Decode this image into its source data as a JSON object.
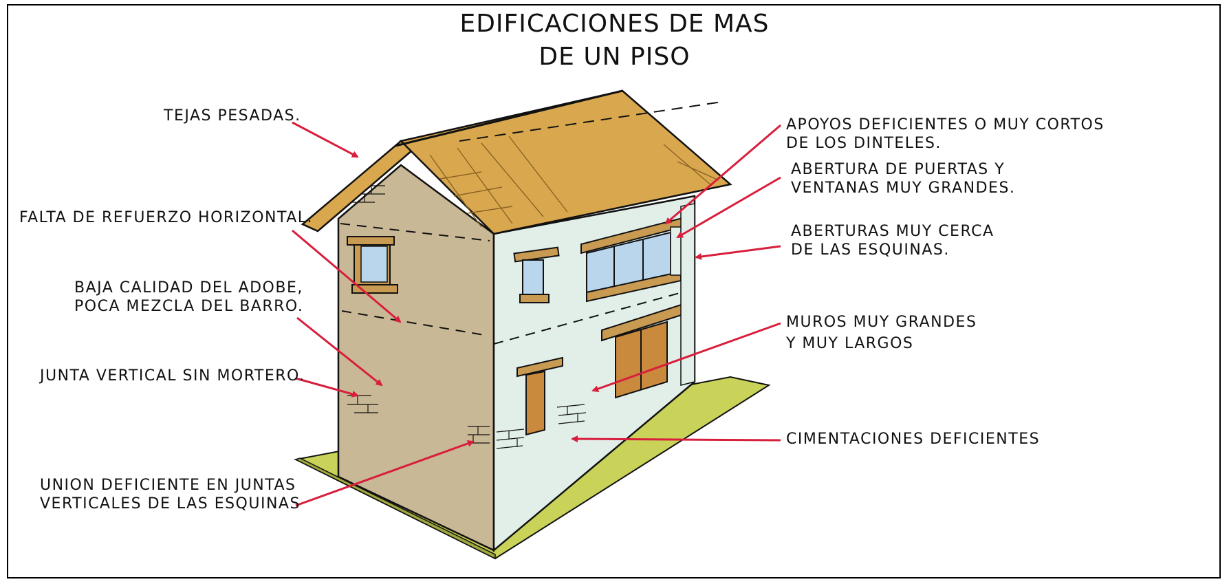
{
  "title": {
    "line1": "EDIFICACIONES DE MAS",
    "line2": "DE UN PISO"
  },
  "labels": {
    "tejas": "TEJAS PESADAS.",
    "refuerzo": "FALTA DE REFUERZO HORIZONTAL.",
    "adobe_1": "BAJA CALIDAD DEL ADOBE,",
    "adobe_2": "POCA MEZCLA DEL BARRO.",
    "junta": "JUNTA VERTICAL SIN MORTERO.",
    "union_1": "UNION DEFICIENTE EN JUNTAS",
    "union_2": "VERTICALES DE LAS ESQUINAS",
    "apoyos_1": "APOYOS DEFICIENTES O MUY CORTOS",
    "apoyos_2": "DE LOS DINTELES.",
    "abertura_1": "ABERTURA DE PUERTAS Y",
    "abertura_2": "VENTANAS MUY GRANDES.",
    "esquinas_1": "ABERTURAS MUY CERCA",
    "esquinas_2": "DE LAS ESQUINAS.",
    "muros_1": "MUROS MUY GRANDES",
    "muros_2": "Y MUY LARGOS",
    "cimentacion": "CIMENTACIONES DEFICIENTES"
  },
  "colors": {
    "arrow": "#d81e3c",
    "roof": "#d9a84e",
    "side_wall": "#c9b896",
    "front_wall": "#e2efe9",
    "ground": "#c9d35a",
    "glass": "#b9d6ec",
    "wood": "#c99a52",
    "door": "#c98a3e"
  }
}
